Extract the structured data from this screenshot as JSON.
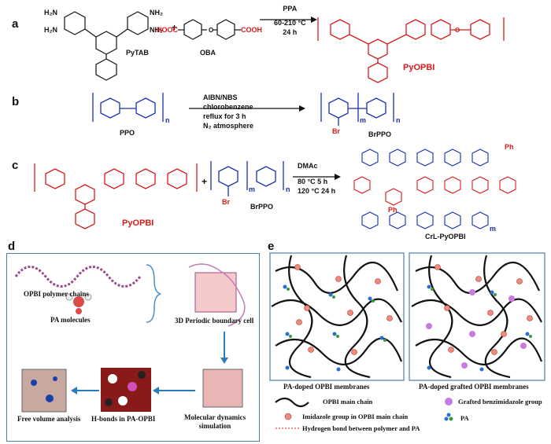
{
  "panel_labels": {
    "a": "a",
    "b": "b",
    "c": "c",
    "d": "d",
    "e": "e"
  },
  "scheme_a": {
    "reactant1": "PyTAB",
    "reactant2": "OBA",
    "product": "PyOPBI",
    "amine_groups": [
      "H₂N",
      "H₂N",
      "NH₂",
      "NH₂"
    ],
    "acid_left": "HOOC",
    "acid_right": "COOH",
    "conditions": [
      "PPA",
      "60-210 °C",
      "24 h"
    ],
    "plus": "+"
  },
  "scheme_b": {
    "reactant": "PPO",
    "product": "BrPPO",
    "conditions": [
      "AIBN/NBS",
      "chlorobenzene",
      "reflux for 3 h",
      "N₂ atmosphere"
    ],
    "n": "n",
    "m": "m",
    "br": "Br"
  },
  "scheme_c": {
    "reactant1": "PyOPBI",
    "reactant2": "BrPPO",
    "product": "CrL-PyOPBI",
    "conditions": [
      "DMAc",
      "80 °C   5 h",
      "120 °C  24 h"
    ],
    "ph": "Ph",
    "plus": "+",
    "n": "n",
    "m": "m",
    "br": "Br"
  },
  "panel_d": {
    "chains": "OPBI polymer chains",
    "pa": "PA molecules",
    "cell": "3D Periodic boundary cell",
    "md": "Molecular dynamics\nsimulation",
    "hbonds": "H-bonds in PA-OPBI",
    "fv": "Free volume analysis"
  },
  "panel_e": {
    "left_caption": "PA-doped OPBI membranes",
    "right_caption": "PA-doped grafted OPBI membranes",
    "legend": {
      "main_chain": "OPBI main chain",
      "imidazole": "Imidazole group in OPBI main chain",
      "hbond": "Hydrogen bond between polymer and PA",
      "grafted": "Grafted benzimidazole group",
      "pa": "PA"
    }
  },
  "colors": {
    "red": "#d91a1a",
    "blue": "#1a2fb5",
    "panel_border": "#4a7fb0",
    "arrow": "#2b7bbf",
    "imidazole": "#f08a7a",
    "graft": "#c77be0"
  }
}
